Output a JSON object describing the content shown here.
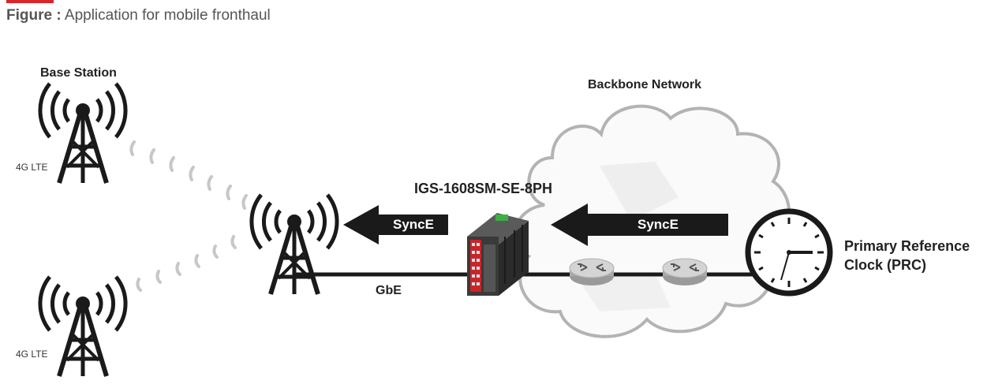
{
  "caption": {
    "prefix": "Figure :",
    "text": "Application for mobile fronthaul"
  },
  "labels": {
    "base_station": "Base Station",
    "lte_top": "4G LTE",
    "lte_bottom": "4G LTE",
    "backbone": "Backbone Network",
    "device": "IGS-1608SM-SE-8PH",
    "synce_left": "SyncE",
    "synce_right": "SyncE",
    "gbe": "GbE",
    "prc_line1": "Primary Reference",
    "prc_line2": "Clock (PRC)"
  },
  "icons": [
    "tower-icon",
    "cloud-icon",
    "switch-icon",
    "router-icon",
    "clock-icon",
    "arrow-left-icon"
  ],
  "colors": {
    "accent": "#d9252a",
    "arrow": "#1a1a1a",
    "cloud_outline": "#b3b3b3",
    "device_red": "#c8252b",
    "line": "#1a1a1a"
  },
  "clock": {
    "hour": 3,
    "minute": 33
  }
}
